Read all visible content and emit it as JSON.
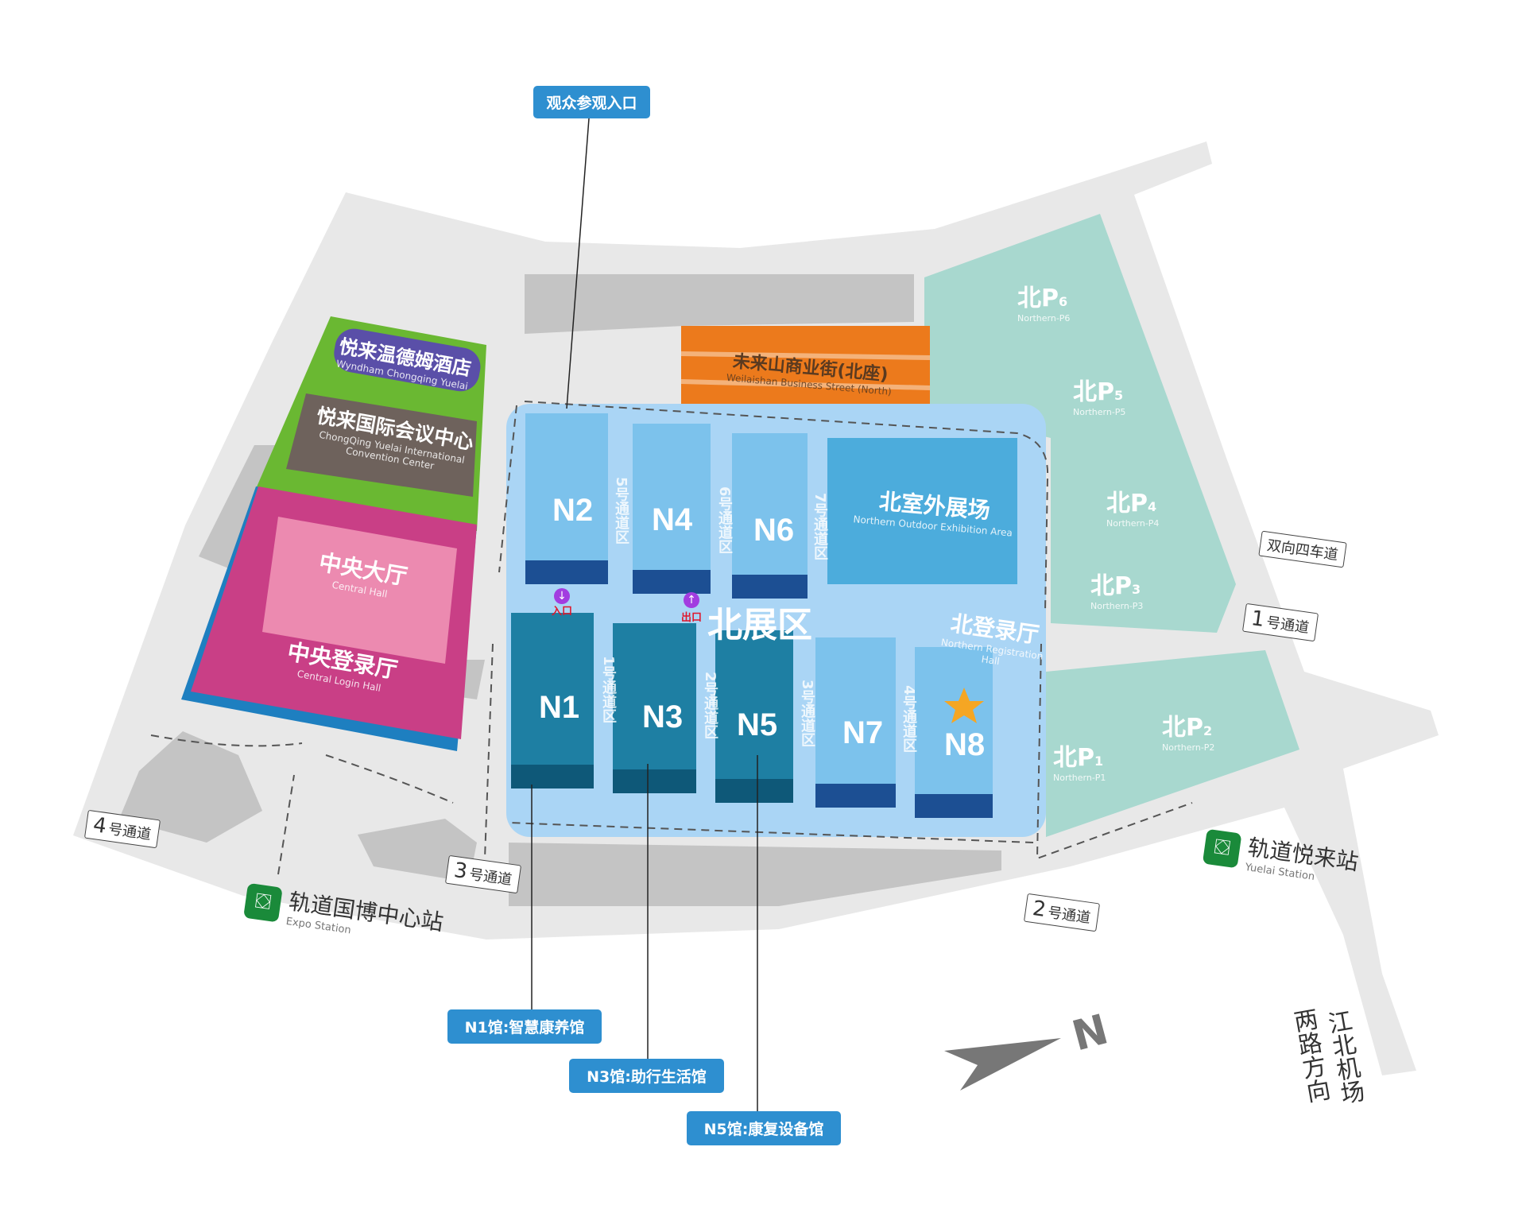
{
  "callouts": {
    "visitor_entrance": "观众参观入口",
    "n1": "N1馆:智慧康养馆",
    "n3": "N3馆:助行生活馆",
    "n5": "N5馆:康复设备馆"
  },
  "buildings": {
    "hotel": {
      "cn": "悦来温德姆酒店",
      "en": "Wyndham Chongqing Yuelai"
    },
    "convention": {
      "cn": "悦来国际会议中心",
      "en": "ChongQing Yuelai International Convention Center"
    },
    "central_hall": {
      "cn": "中央大厅",
      "en": "Central Hall"
    },
    "central_login": {
      "cn": "中央登录厅",
      "en": "Central Login Hall"
    },
    "street": {
      "cn": "未来山商业街(北座)",
      "en": "Weilaishan Business Street (North)"
    },
    "outdoor": {
      "cn": "北室外展场",
      "en": "Northern Outdoor Exhibition Area"
    },
    "north_zone": "北展区",
    "north_login": {
      "cn": "北登录厅",
      "en": "Northern Registration Hall"
    }
  },
  "halls": [
    "N2",
    "N4",
    "N6",
    "N1",
    "N3",
    "N5",
    "N7",
    "N8"
  ],
  "aisles": [
    "5号通道区",
    "6号通道区",
    "7号通道区",
    "1号通道区",
    "2号通道区",
    "3号通道区",
    "4号通道区"
  ],
  "gates": {
    "entry": "入口",
    "exit": "出口"
  },
  "parking": [
    {
      "name": "北P",
      "num": "6",
      "en": "Northern-P6"
    },
    {
      "name": "北P",
      "num": "5",
      "en": "Northern-P5"
    },
    {
      "name": "北P",
      "num": "4",
      "en": "Northern-P4"
    },
    {
      "name": "北P",
      "num": "3",
      "en": "Northern-P3"
    },
    {
      "name": "北P",
      "num": "2",
      "en": "Northern-P2"
    },
    {
      "name": "北P",
      "num": "1",
      "en": "Northern-P1"
    }
  ],
  "passages": [
    {
      "num": "1",
      "label": "号通道"
    },
    {
      "num": "2",
      "label": "号通道"
    },
    {
      "num": "3",
      "label": "号通道"
    },
    {
      "num": "4",
      "label": "号通道"
    }
  ],
  "road_label": "双向四车道",
  "stations": {
    "expo": {
      "cn": "轨道国博中心站",
      "en": "Expo Station"
    },
    "yuelai": {
      "cn": "轨道悦来站",
      "en": "Yuelai Station"
    }
  },
  "direction": {
    "line1": "江北机场",
    "line2": "两路方向"
  },
  "compass": "N",
  "colors": {
    "accent": "#2e8fd0",
    "parking": "#a8d8cf",
    "zone": "#aad5f5",
    "hall_dark": "#1e7fa3",
    "hall_light": "#8ec9ee",
    "central": "#c93f86",
    "street": "#ec7a1c",
    "green": "#6ab832"
  }
}
